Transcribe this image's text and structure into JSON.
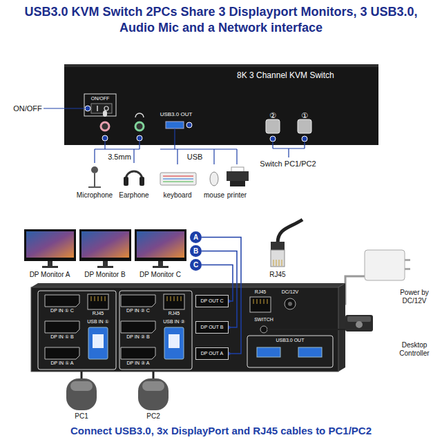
{
  "diagram": {
    "title": "USB3.0 KVM Switch 2PCs Share 3 Displayport Monitors, 3 USB3.0, Audio Mic and a Network interface",
    "caption": "Connect USB3.0, 3x DisplayPort and RJ45 cables to PC1/PC2",
    "nodes": [
      {
        "text": [
          "8K 3 Channel KVM Switch"
        ]
      },
      {
        "text": [
          "A"
        ]
      },
      {
        "text": [
          "B"
        ]
      },
      {
        "text": [
          "C"
        ]
      },
      {
        "text": [
          "DP OUT C"
        ]
      },
      {
        "text": [
          "DP OUT B"
        ]
      },
      {
        "text": [
          "DP OUT A"
        ]
      }
    ],
    "edges": [
      {
        "from": 1,
        "to": 6,
        "arrow": "none"
      },
      {
        "from": 2,
        "to": 5,
        "arrow": "none"
      },
      {
        "from": 3,
        "to": 4,
        "arrow": "none"
      }
    ],
    "labels": [
      "ON/OFF",
      "ON/OFF",
      "USB3.0 OUT",
      "3.5mm",
      "USB",
      "Microphone",
      "Earphone",
      "keyboard",
      "mouse",
      "printer",
      "②",
      "①",
      "Switch PC1/PC2",
      "DP Monitor A",
      "DP Monitor B",
      "DP Monitor C",
      "RJ45",
      "DP IN ① C",
      "RJ45",
      "DP IN ① B",
      "USB IN ①",
      "DP IN ① A",
      "DP IN ② C",
      "RJ45",
      "DP IN ② B",
      "USB IN ②",
      "DP IN ② A",
      "RJ45",
      "DC/12V",
      "SWITCH",
      "USB3.0 OUT",
      "Power by DC/12V",
      "Desktop Controller",
      "PC1",
      "PC2"
    ]
  }
}
